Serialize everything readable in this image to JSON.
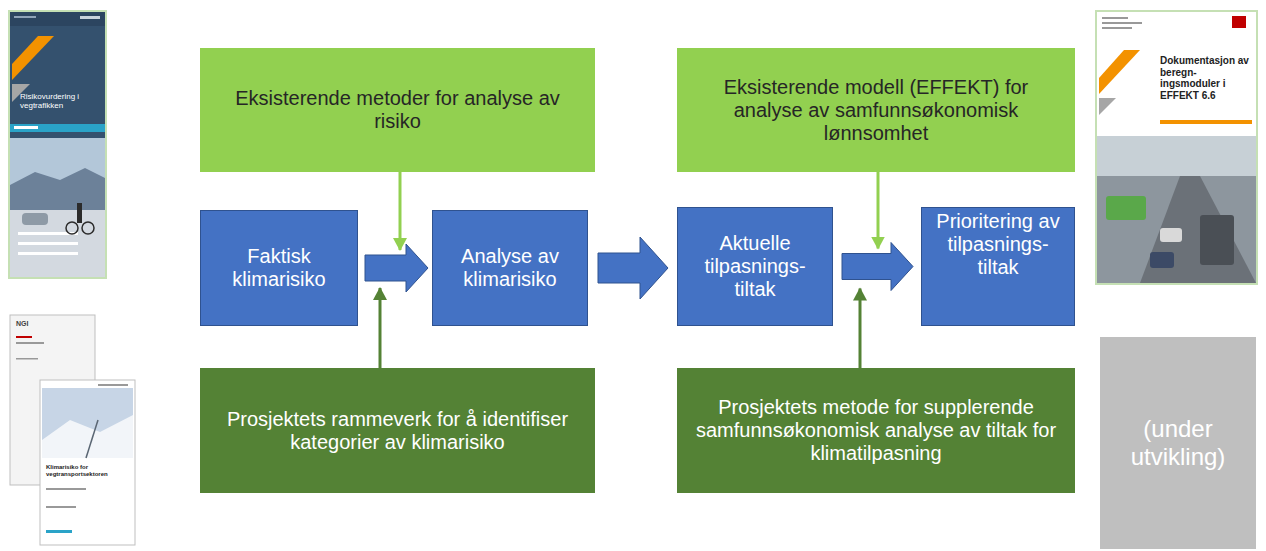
{
  "diagram": {
    "nodes": [
      {
        "text": [
          "Eksisterende metoder for analyse av risiko"
        ]
      },
      {
        "text": [
          "Faktisk klimarisiko"
        ]
      },
      {
        "text": [
          "Analyse av klimarisiko"
        ]
      },
      {
        "text": [
          "Prosjektets rammeverk for å identifiser kategorier av klimarisiko"
        ]
      },
      {
        "text": [
          "Eksisterende modell (EFFEKT) for analyse av samfunnsøkonomisk lønnsomhet"
        ]
      },
      {
        "text": [
          "Aktuelle tilpasnings- tiltak"
        ]
      },
      {
        "text": [
          "Prioritering av tilpasnings- tiltak"
        ]
      },
      {
        "text": [
          "Prosjektets metode for supplerende samfunnsøkonomisk analyse av tiltak for klimatilpasning"
        ]
      },
      {
        "text": [
          "(under utvikling)"
        ]
      }
    ],
    "edges": [
      {
        "from": 1,
        "to": 2,
        "arrow": "to"
      },
      {
        "from": 0,
        "to": 2,
        "arrow": "to"
      },
      {
        "from": 3,
        "to": 2,
        "arrow": "to"
      },
      {
        "from": 2,
        "to": 5,
        "arrow": "to"
      },
      {
        "from": 5,
        "to": 6,
        "arrow": "to"
      },
      {
        "from": 4,
        "to": 6,
        "arrow": "to"
      },
      {
        "from": 7,
        "to": 6,
        "arrow": "to"
      }
    ],
    "labels": [
      "Risikovurdering i vegtrafikken",
      "NGI",
      "Klimarisiko for vegtransportsektoren",
      "Dokumentasjon av beregn- ingsmoduler i EFFEKT 6.6"
    ]
  }
}
